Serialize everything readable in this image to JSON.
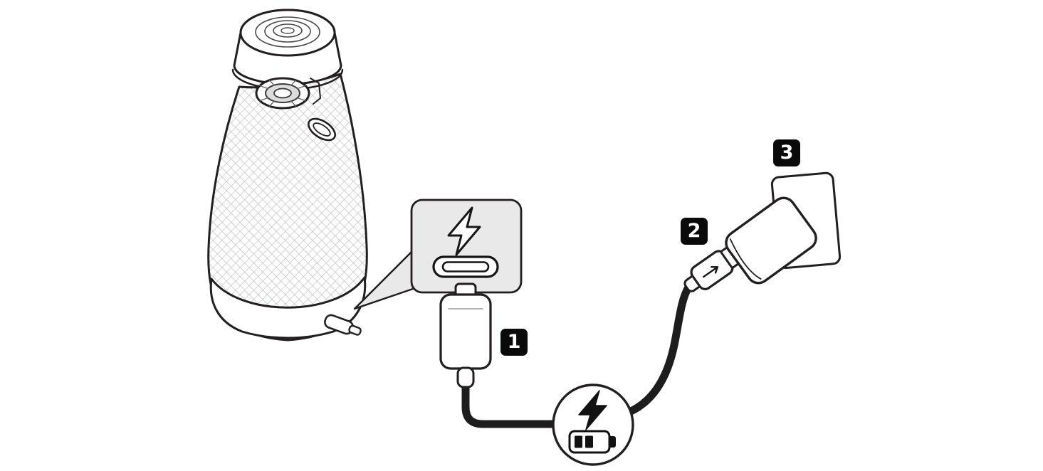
{
  "diagram": {
    "type": "instruction-illustration",
    "subject": "Charging a portable speaker: USB-C cable plugged into speaker charging port, connected via cable to a USB power adapter in a wall outlet",
    "background": "#ffffff",
    "outline_color": "#231f20",
    "callout": {
      "fill": "#e9e9e9",
      "icons": [
        "lightning-bolt-icon",
        "usb-c-port-icon"
      ]
    },
    "badges": [
      {
        "label": "1",
        "target": "usb-c-plug-into-speaker"
      },
      {
        "label": "2",
        "target": "usb-plug-into-adapter"
      },
      {
        "label": "3",
        "target": "power-adapter-in-wall-outlet"
      }
    ],
    "badge_style": {
      "background": "#000000",
      "text_color": "#ffffff"
    },
    "battery_indicator": {
      "icons": [
        "lightning-bolt-icon",
        "battery-icon"
      ],
      "battery_level_bars": 2,
      "battery_total_bars": 4
    }
  }
}
